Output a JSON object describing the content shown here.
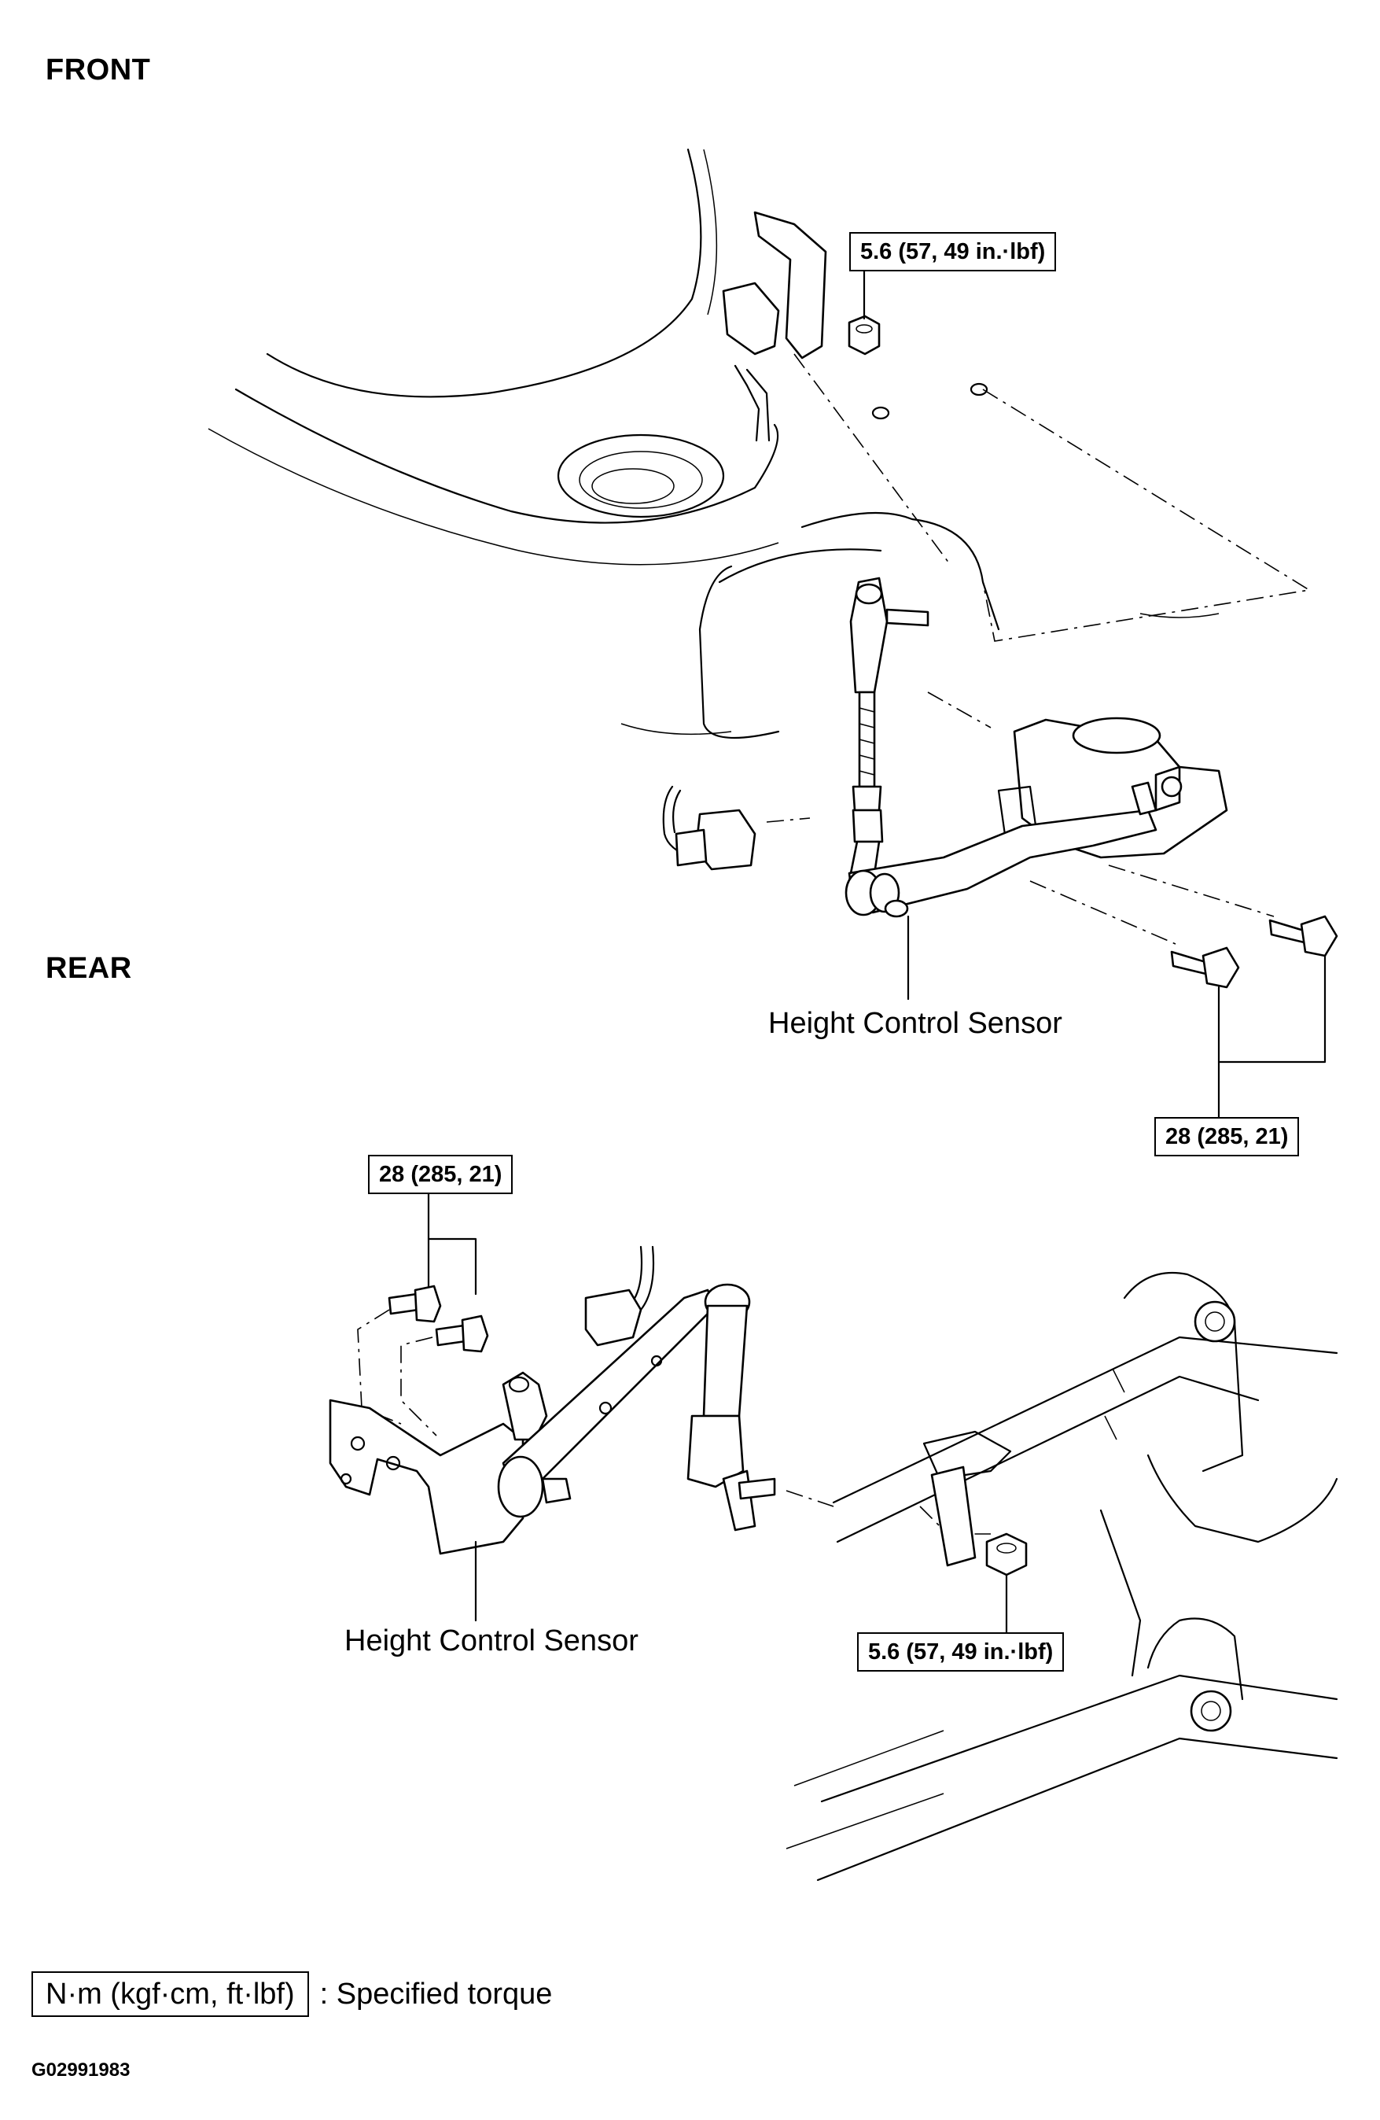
{
  "sections": {
    "front": "FRONT",
    "rear": "REAR"
  },
  "front": {
    "nut_torque": "5.6 (57, 49 in.·lbf)",
    "bolt_torque": "28 (285, 21)",
    "sensor_label": "Height Control Sensor"
  },
  "rear": {
    "bolt_torque": "28 (285, 21)",
    "nut_torque": "5.6 (57, 49 in.·lbf)",
    "sensor_label": "Height Control Sensor"
  },
  "legend": {
    "box": "N·m (kgf·cm, ft·lbf)",
    "text": ": Specified torque"
  },
  "figure_code": "G02991983"
}
